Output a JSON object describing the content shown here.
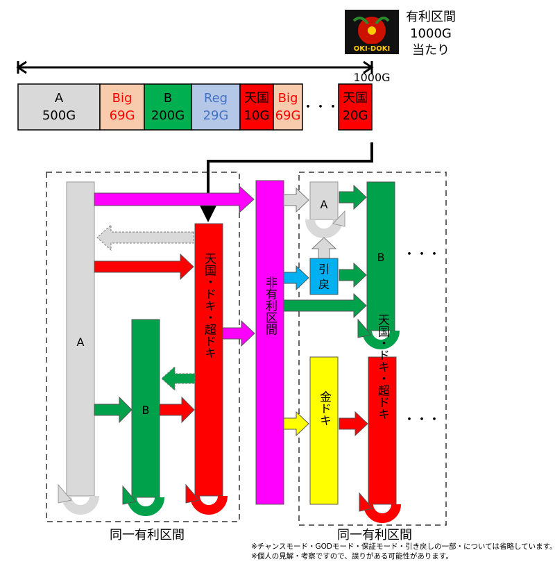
{
  "header": {
    "badge_text": "OKI-DOKI",
    "title": "有利区間",
    "total": "1000G",
    "result": "当たり",
    "timeline_end": "1000G"
  },
  "segments": [
    {
      "line1": "A",
      "line2": "500G",
      "fill": "#d9d9d9",
      "text": "#000000"
    },
    {
      "line1": "Big",
      "line2": "69G",
      "fill": "#f8cbad",
      "text": "#ff0000"
    },
    {
      "line1": "B",
      "line2": "200G",
      "fill": "#00b050",
      "text": "#000000"
    },
    {
      "line1": "Reg",
      "line2": "29G",
      "fill": "#b4c7e7",
      "text": "#4472c4"
    },
    {
      "line1": "天国",
      "line2": "10G",
      "fill": "#ff0000",
      "text": "#000000"
    },
    {
      "line1": "Big",
      "line2": "69G",
      "fill": "#f8cbad",
      "text": "#ff0000"
    },
    {
      "line1": "天国",
      "line2": "20G",
      "fill": "#ff0000",
      "text": "#000000"
    }
  ],
  "dots": "・・・",
  "left_panel": {
    "col_a": "A",
    "col_b": "B",
    "col_heaven": "天国・ドキ・超ドキ",
    "caption": "同一有利区間"
  },
  "center": {
    "label": "非有利区間"
  },
  "right_panel": {
    "box_a": "A",
    "box_hikimodoshi": "引戻",
    "col_b": "B",
    "col_gold": "金ドキ",
    "col_heaven": "天国・ドキ・超ドキ",
    "caption": "同一有利区間"
  },
  "colors": {
    "gray": "#d9d9d9",
    "green": "#00a14b",
    "red": "#ff0000",
    "magenta": "#ff00ff",
    "blue": "#00b0f0",
    "yellow": "#ffff00",
    "peach": "#f8cbad",
    "lightblue": "#b4c7e7"
  },
  "notes": [
    "※チャンスモード・GODモード・保証モード・引き戻しの一部・については省略しています。",
    "※個人の見解・考察ですので、誤りがある可能性があります。"
  ]
}
